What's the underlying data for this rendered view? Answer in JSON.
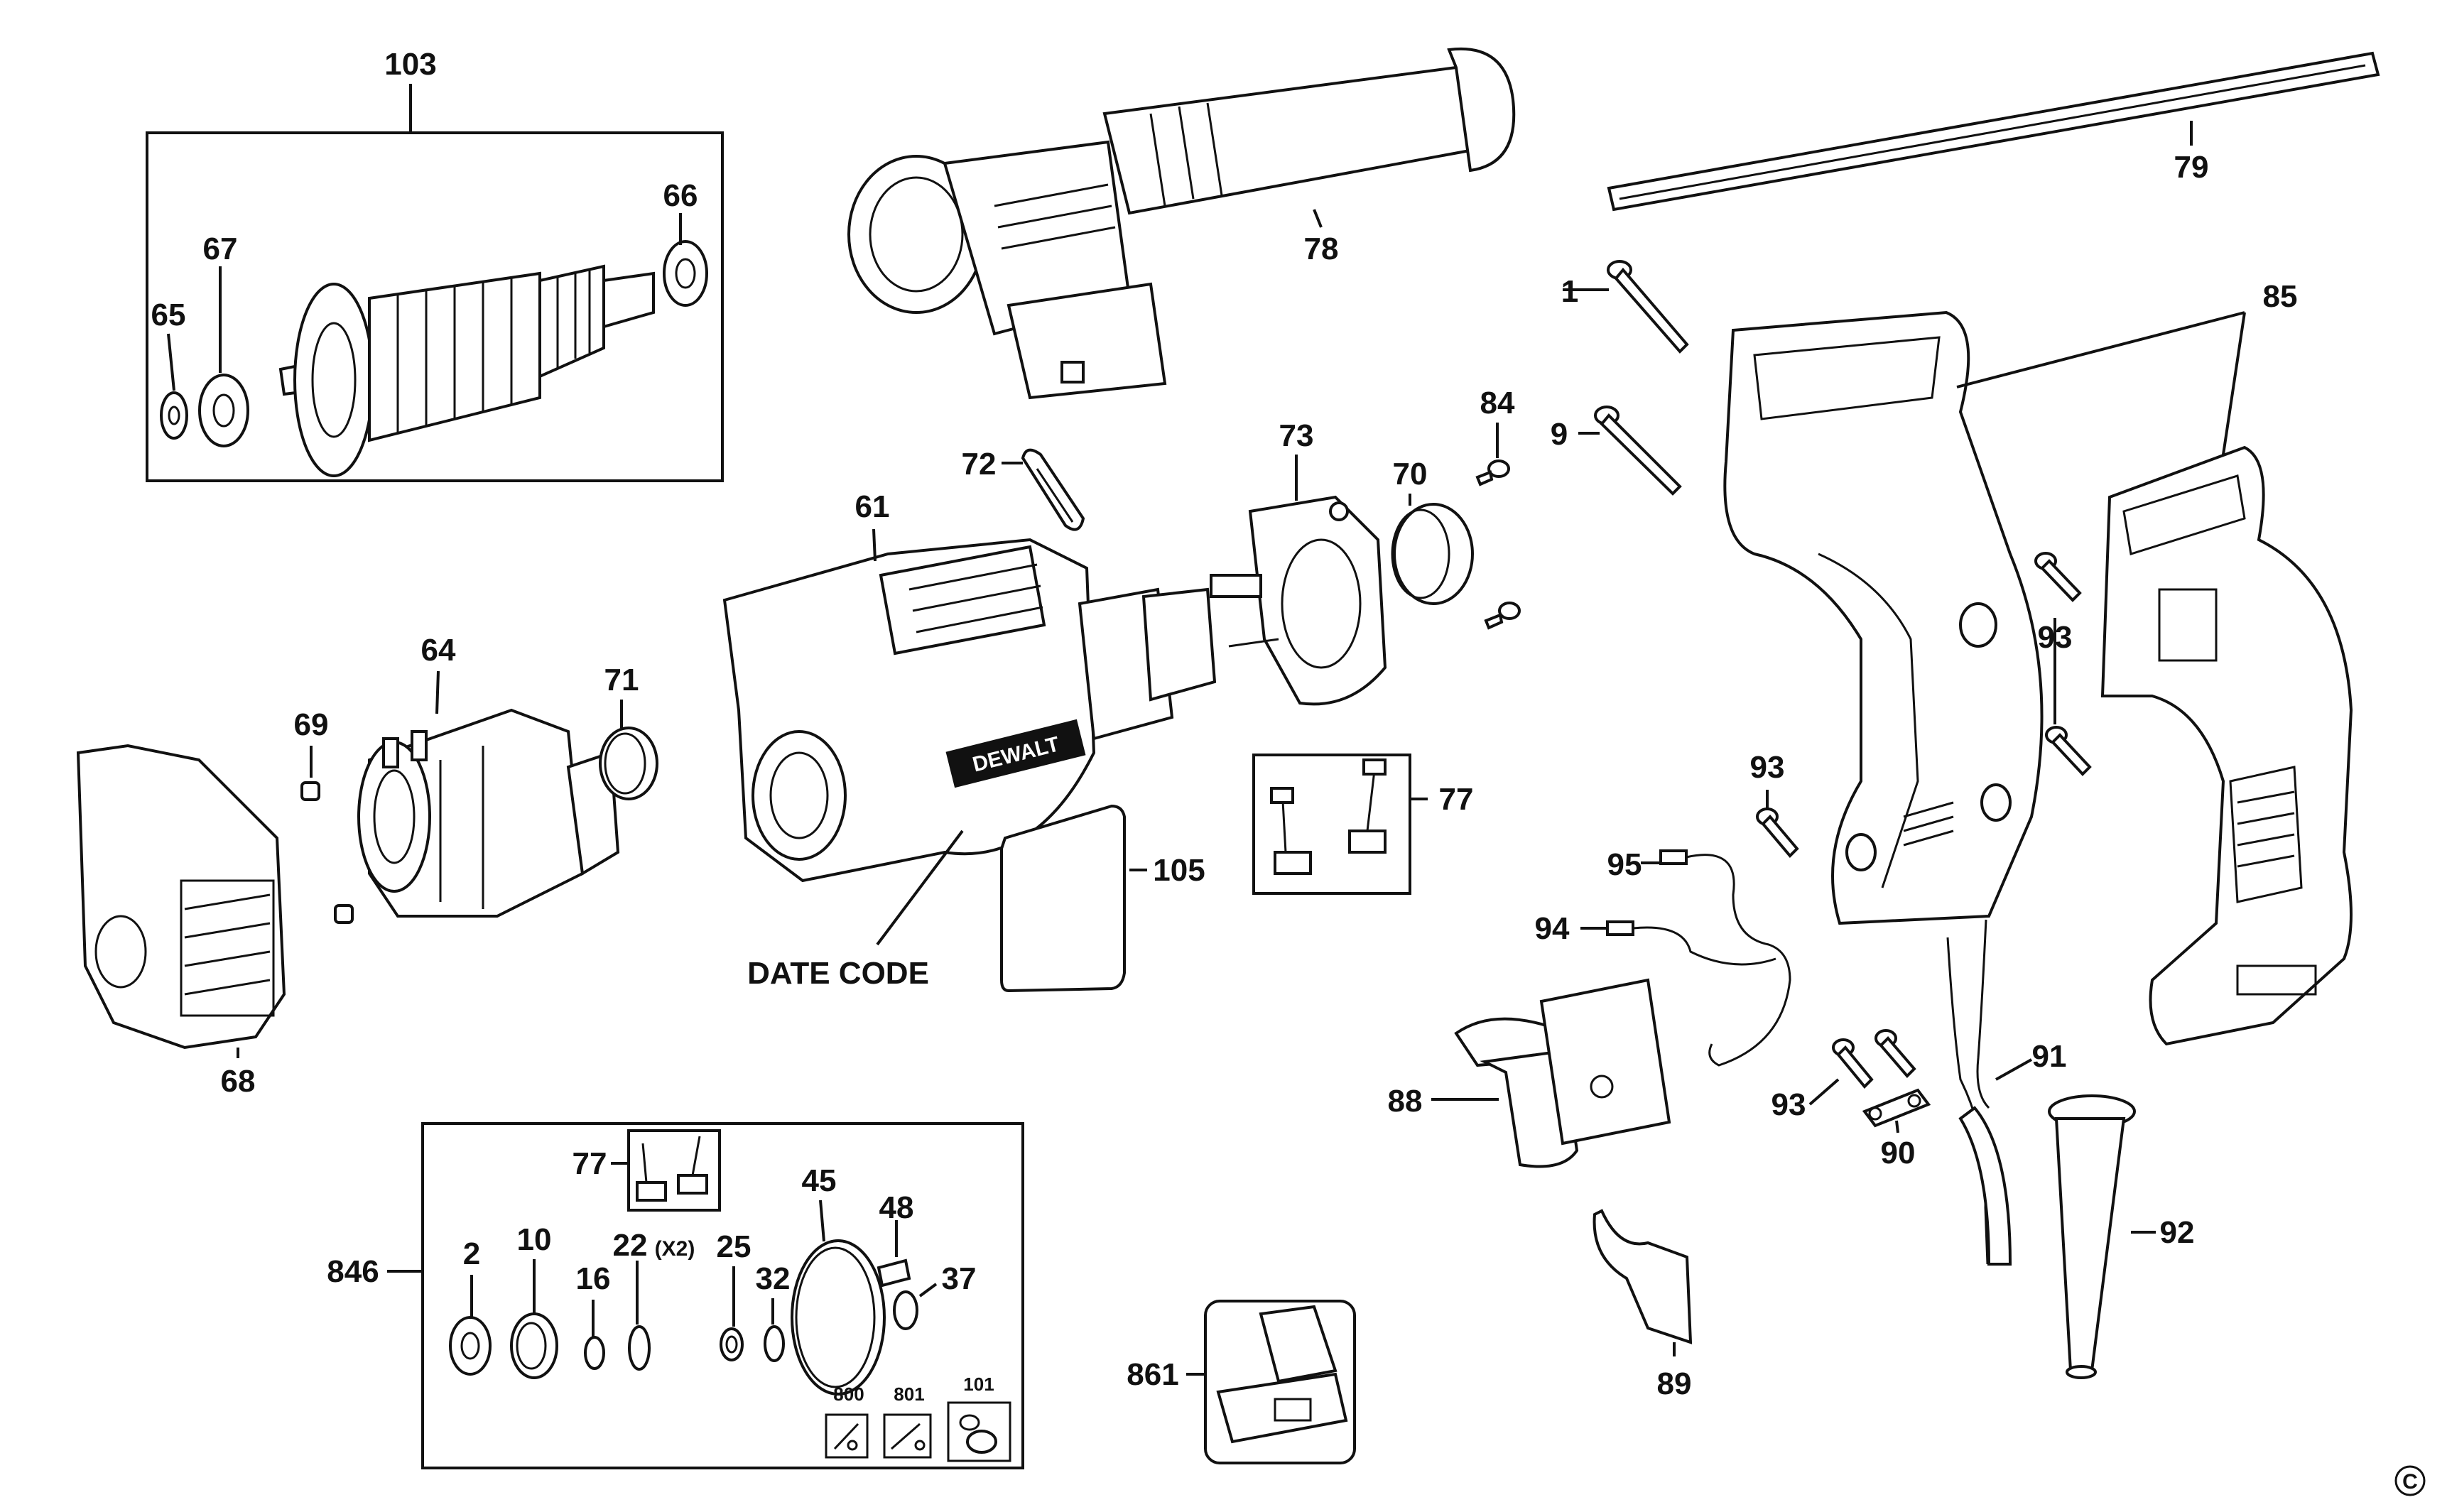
{
  "labels": {
    "p103": "103",
    "p66": "66",
    "p67": "67",
    "p65": "65",
    "p78": "78",
    "p79": "79",
    "p1": "1",
    "p85": "85",
    "p9": "9",
    "p84": "84",
    "p73": "73",
    "p72": "72",
    "p70": "70",
    "p61": "61",
    "p64": "64",
    "p71": "71",
    "p69": "69",
    "p68": "68",
    "p93a": "93",
    "p93b": "93",
    "p93c": "93",
    "p95": "95",
    "p94": "94",
    "p77a": "77",
    "p105": "105",
    "date_code": "DATE CODE",
    "p88": "88",
    "p91": "91",
    "p90": "90",
    "p92": "92",
    "p89": "89",
    "p846": "846",
    "p77b": "77",
    "p2": "2",
    "p10": "10",
    "p16": "16",
    "p22": "22",
    "p22_qty": "(X2)",
    "p25": "25",
    "p32": "32",
    "p45": "45",
    "p48": "48",
    "p37": "37",
    "p800": "800",
    "p801": "801",
    "p101": "101",
    "p861": "861",
    "brand": "DEWALT",
    "copyright": "C"
  }
}
